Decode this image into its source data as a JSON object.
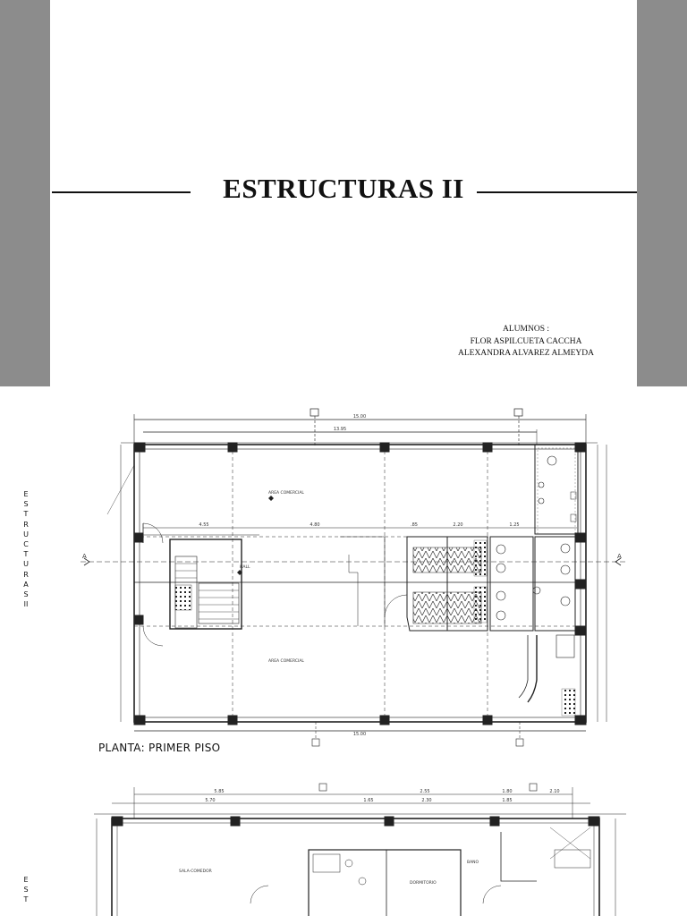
{
  "cover": {
    "title": "ESTRUCTURAS II",
    "students_label": "ALUMNOS :",
    "students": [
      "FLOR ASPILCUETA CACCHA",
      "ALEXANDRA ALVAREZ ALMEYDA"
    ]
  },
  "side_label_1": [
    "E",
    "S",
    "T",
    "R",
    "U",
    "C",
    "T",
    "U",
    "R",
    "A",
    "S",
    "II"
  ],
  "side_label_2": [
    "E",
    "S",
    "T"
  ],
  "plan1": {
    "caption": "PLANTA: PRIMER PISO",
    "dim_total_top": "15.00",
    "dim_inner_top": "13.95",
    "dim_total_bottom": "15.00",
    "dims_row": [
      "4.55",
      "4.80",
      ".85",
      "2.20",
      "1.25"
    ],
    "rooms": [
      "AREA COMERCIAL",
      "HALL",
      "AREA COMERCIAL"
    ],
    "axis_left": "A",
    "axis_right": "A"
  },
  "plan2": {
    "dims_top": [
      "5.85",
      "2.55",
      "1.80",
      "2.10"
    ],
    "dims_second": [
      "5.70",
      "1.65",
      "2.30",
      "1.85"
    ],
    "rooms": [
      "SALA-COMEDOR",
      "DORMITORIO",
      "BANO"
    ]
  },
  "colors": {
    "side_gray": "#8c8c8c",
    "ink": "#111111"
  }
}
